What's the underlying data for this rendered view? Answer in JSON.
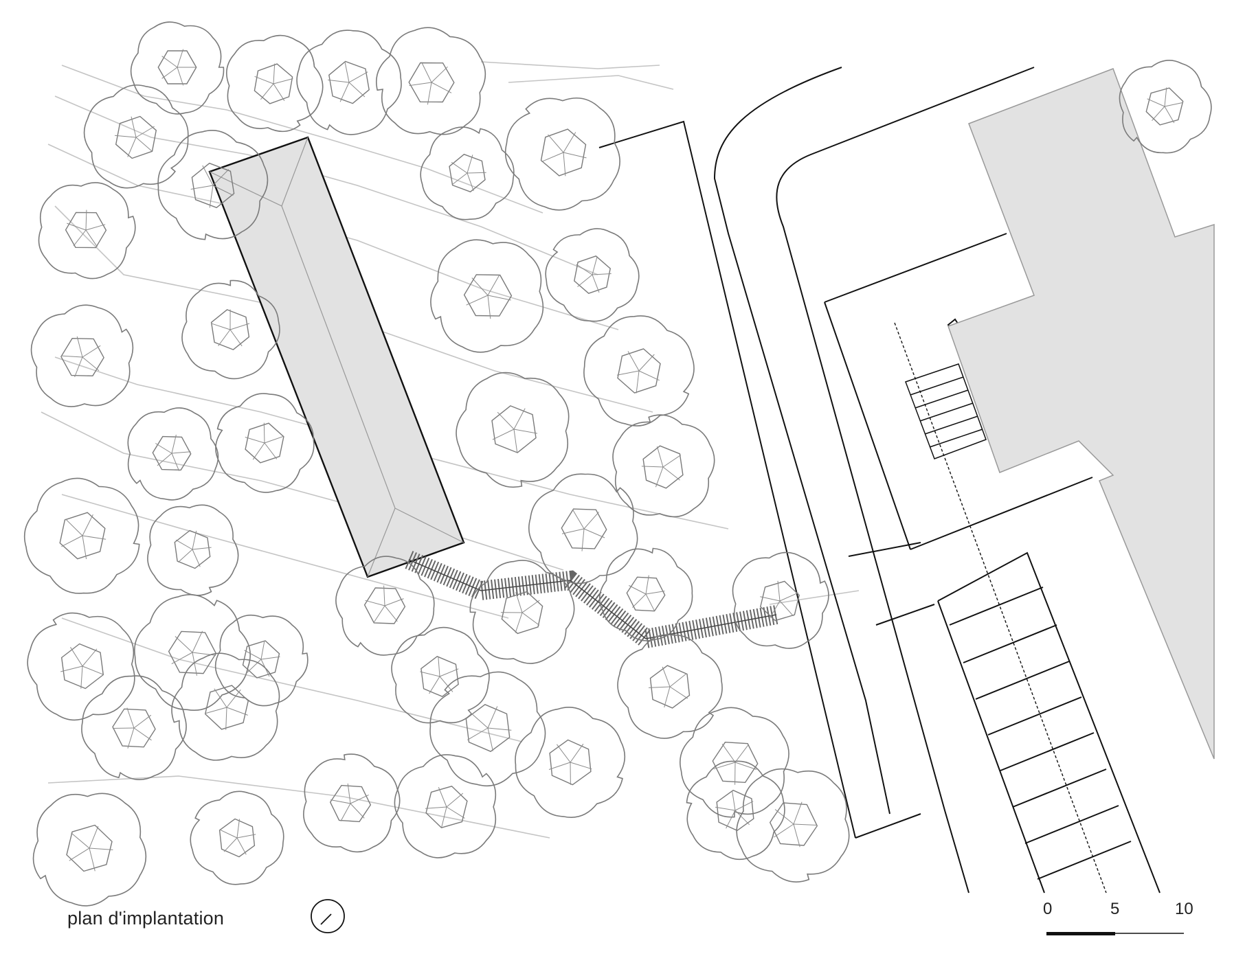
{
  "caption": "plan d'implantation",
  "scale_bar": {
    "labels": [
      "0",
      "5",
      "10"
    ]
  },
  "icons": {
    "north_arrow": "north-arrow-icon",
    "tree": "tree-canopy-icon"
  },
  "colors": {
    "building_fill": "#e2e2e2",
    "line": "#111111",
    "tree_line": "#777777",
    "contour": "#bdbdbd"
  }
}
